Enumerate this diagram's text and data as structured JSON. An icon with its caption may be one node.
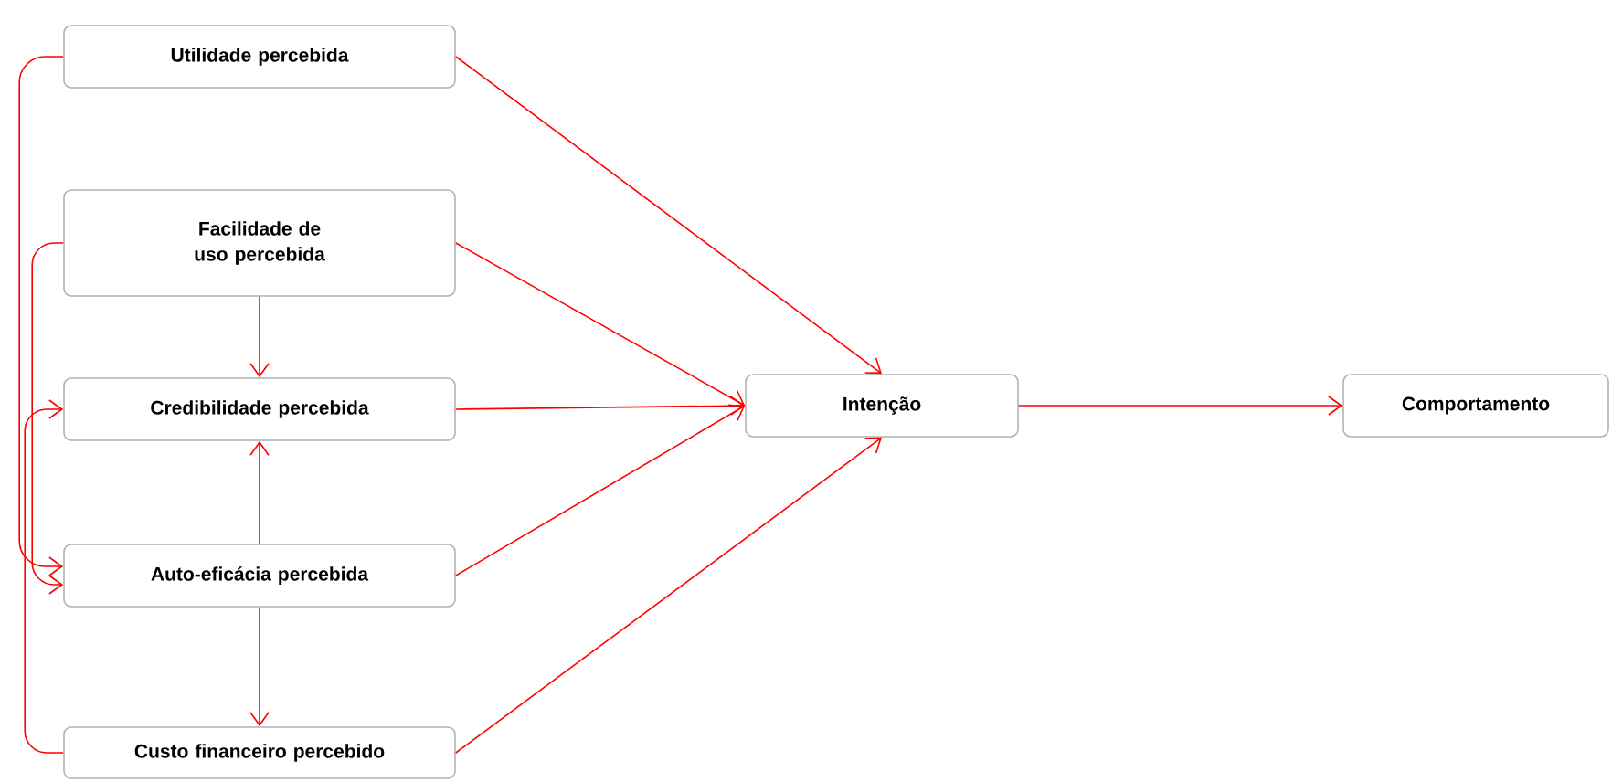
{
  "diagram": {
    "nodes": [
      {
        "text": [
          "Utilidade percebida"
        ]
      },
      {
        "text": [
          "Facilidade de uso percebida"
        ]
      },
      {
        "text": [
          "Credibilidade percebida"
        ]
      },
      {
        "text": [
          "Auto-eficácia percebida"
        ]
      },
      {
        "text": [
          "Custo financeiro percebido"
        ]
      },
      {
        "text": [
          "Intenção"
        ]
      },
      {
        "text": [
          "Comportamento"
        ]
      }
    ],
    "edges": [
      {
        "from": 0,
        "to": 5,
        "arrow": "to"
      },
      {
        "from": 1,
        "to": 5,
        "arrow": "to"
      },
      {
        "from": 2,
        "to": 5,
        "arrow": "to"
      },
      {
        "from": 3,
        "to": 5,
        "arrow": "to"
      },
      {
        "from": 4,
        "to": 5,
        "arrow": "to"
      },
      {
        "from": 5,
        "to": 6,
        "arrow": "to"
      },
      {
        "from": 1,
        "to": 2,
        "arrow": "to"
      },
      {
        "from": 3,
        "to": 2,
        "arrow": "to"
      },
      {
        "from": 3,
        "to": 4,
        "arrow": "to"
      },
      {
        "from": 0,
        "to": 3,
        "arrow": "to"
      },
      {
        "from": 1,
        "to": 3,
        "arrow": "to"
      },
      {
        "from": 4,
        "to": 2,
        "arrow": "to"
      }
    ]
  }
}
